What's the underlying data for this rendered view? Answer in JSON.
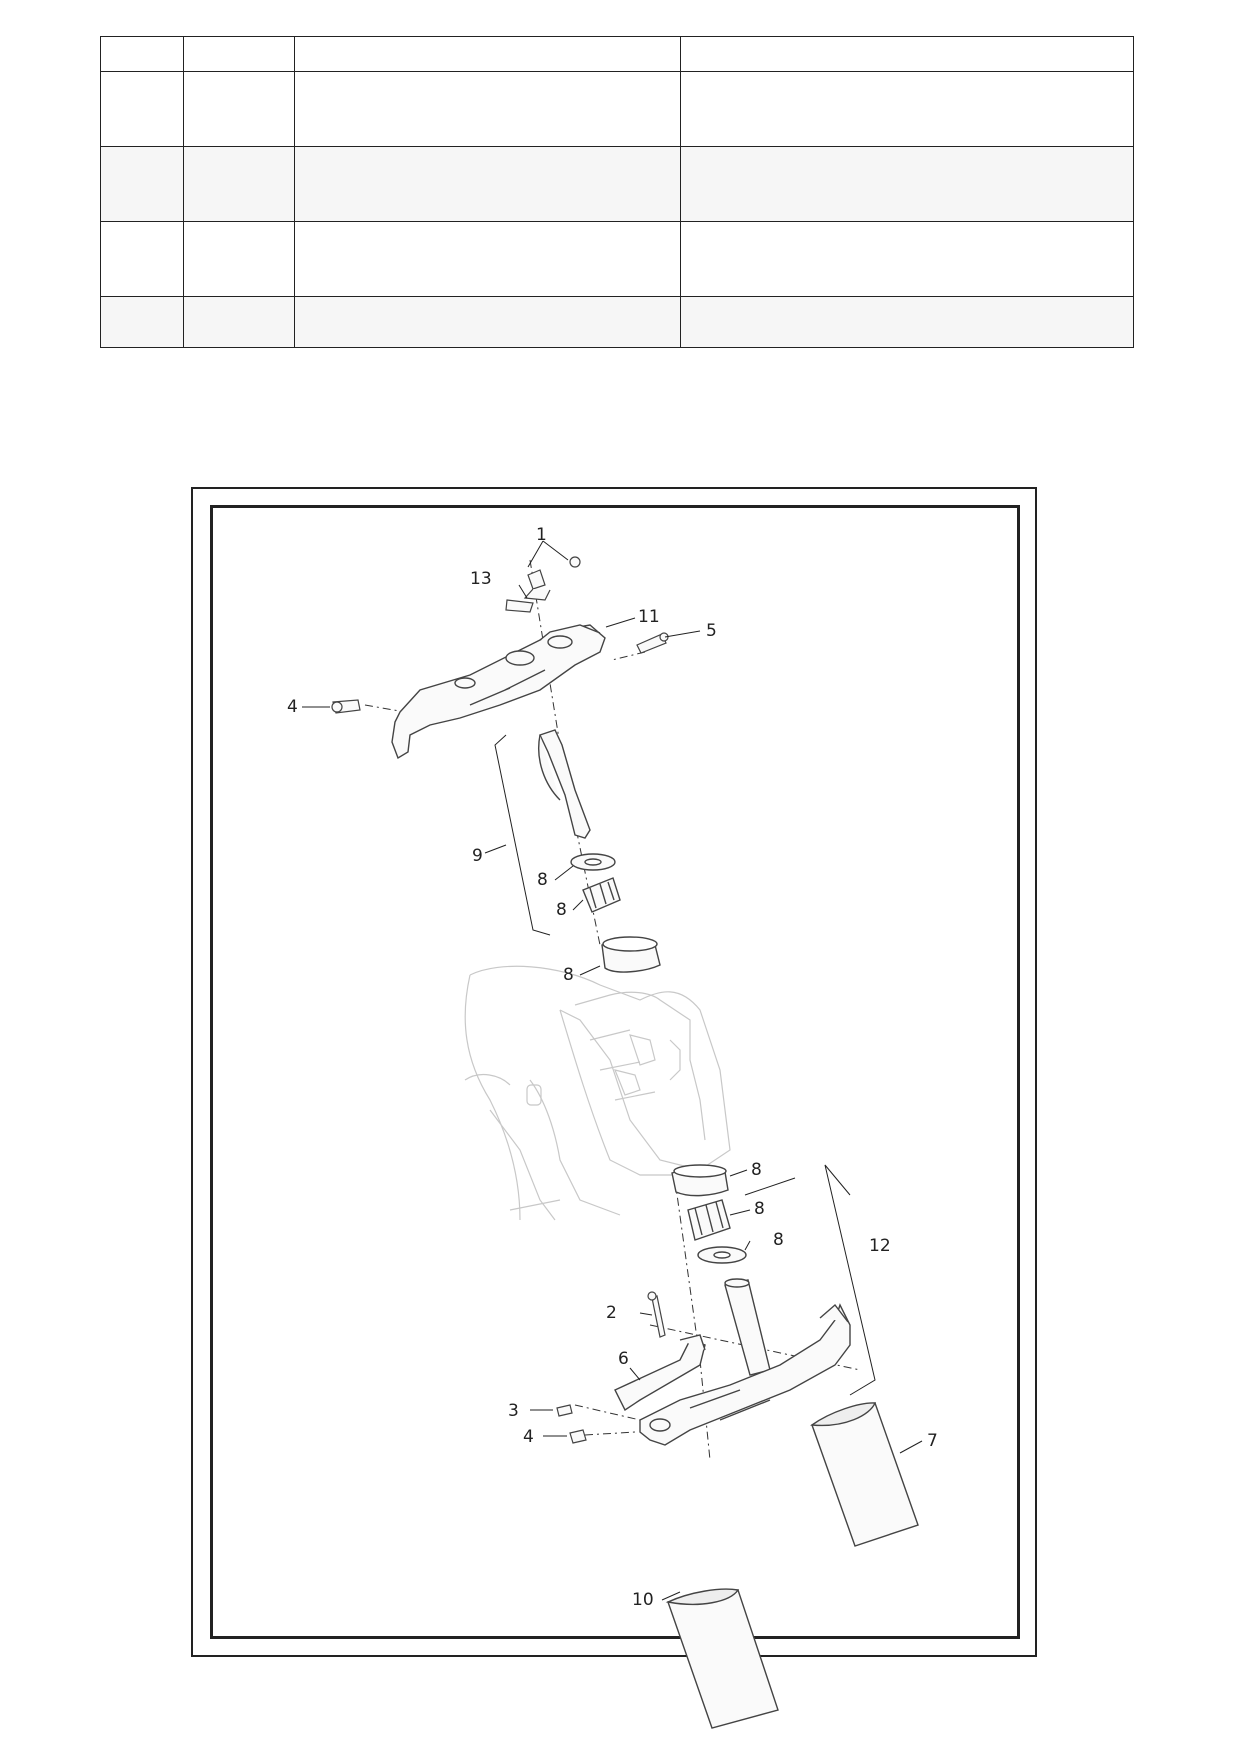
{
  "table": {
    "rows": [
      {
        "cells": [
          "",
          "",
          "",
          ""
        ]
      },
      {
        "cells": [
          "",
          "",
          "",
          ""
        ]
      },
      {
        "cells": [
          "",
          "",
          "",
          ""
        ]
      },
      {
        "cells": [
          "",
          "",
          "",
          ""
        ]
      },
      {
        "cells": [
          "",
          "",
          "",
          ""
        ]
      }
    ]
  },
  "diagram": {
    "callouts": {
      "c1": "1",
      "c13": "13",
      "c11": "11",
      "c5": "5",
      "c4a": "4",
      "c9": "9",
      "c8a": "8",
      "c8b": "8",
      "c8c": "8",
      "c8d": "8",
      "c8e": "8",
      "c8f": "8",
      "c12": "12",
      "c2": "2",
      "c6": "6",
      "c3": "3",
      "c4b": "4",
      "c7": "7",
      "c10": "10"
    }
  }
}
